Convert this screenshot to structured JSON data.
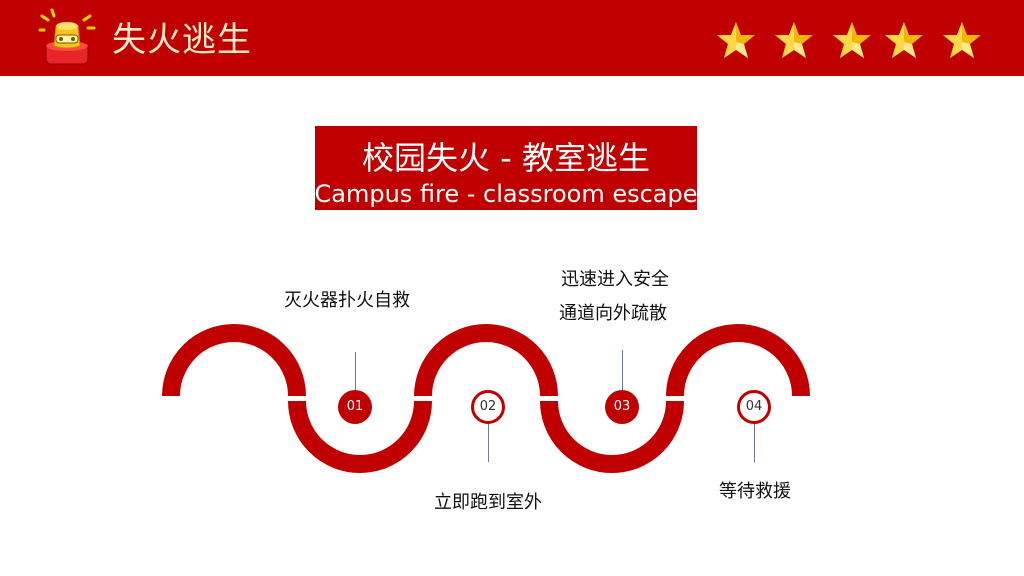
{
  "header": {
    "title": "失火逃生",
    "icon": "alarm-siren-icon",
    "stars": [
      "star-icon",
      "star-icon",
      "star-icon",
      "star-icon",
      "star-icon"
    ],
    "background_color": "#c00000",
    "title_color": "#fde9c8"
  },
  "main": {
    "title_cn": "校园失火 - 教室逃生",
    "title_en": "Campus fire - classroom escape",
    "accent_color": "#c00000"
  },
  "steps": [
    {
      "number": "01",
      "text": "灭火器扑火自救",
      "style": "filled",
      "position": "above"
    },
    {
      "number": "02",
      "text": "立即跑到室外",
      "style": "outline",
      "position": "below"
    },
    {
      "number": "03",
      "text_lines": [
        "迅速进入安全",
        "通道向外疏散"
      ],
      "style": "filled",
      "position": "above"
    },
    {
      "number": "04",
      "text": "等待救援",
      "style": "outline",
      "position": "below"
    }
  ]
}
